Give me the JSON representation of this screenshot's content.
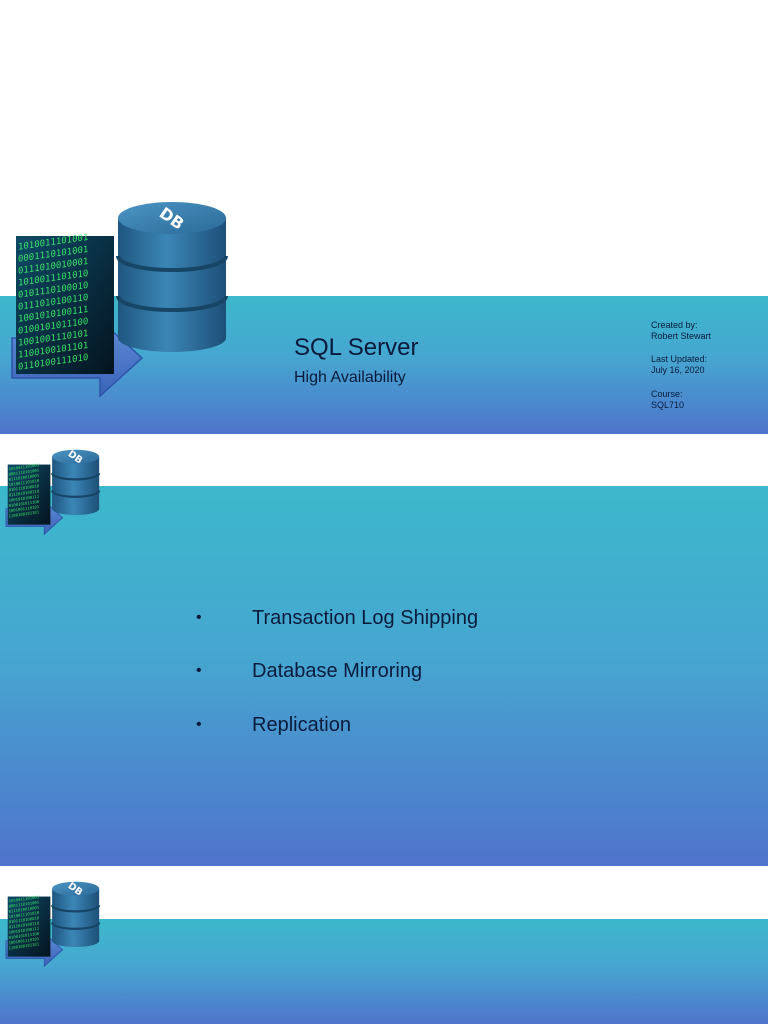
{
  "slides": [
    {
      "title": "SQL Server",
      "subtitle": "High Availability",
      "meta": {
        "created_label": "Created by:",
        "created_value": "Robert Stewart",
        "updated_label": "Last Updated:",
        "updated_value": "July 16, 2020",
        "course_label": "Course:",
        "course_value": "SQL710"
      }
    },
    {
      "bullets": [
        "Transaction Log Shipping",
        "Database Mirroring",
        "Replication"
      ]
    },
    {}
  ],
  "logo": {
    "db_label": "DB",
    "binary_text": "1010011101001000111010100101110100100011010011101010010111010001001110101001101001010100111010010101110010010011101011100100",
    "icons": [
      "database-icon",
      "binary-data-icon",
      "arrow-icon"
    ]
  },
  "colors": {
    "band_top": "#3cb8cc",
    "band_bottom": "#4f74cc",
    "db_body": "#2f6f9f",
    "binary_green": "#3dff6a",
    "text_dark": "#0b1b3b"
  }
}
